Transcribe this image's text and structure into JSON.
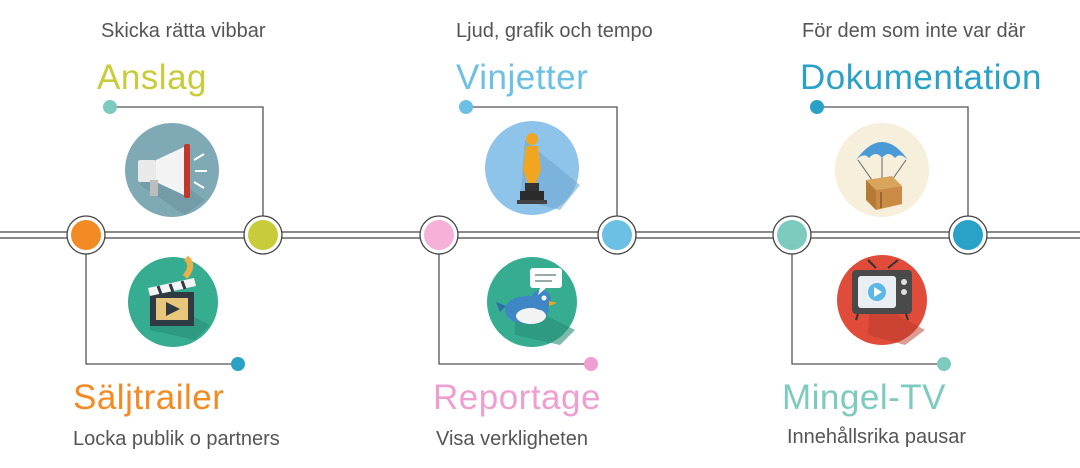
{
  "colors": {
    "anslag": "#c9cc3a",
    "vinjetter": "#6cc0e3",
    "dokumentation": "#2aa2c8",
    "saljtrailer": "#f38b24",
    "reportage": "#ef9fcf",
    "mingel": "#7dcbbe",
    "line": "#444444"
  },
  "items_top": [
    {
      "title": "Anslag",
      "subtitle": "Skicka rätta vibbar",
      "icon": "megaphone-icon"
    },
    {
      "title": "Vinjetter",
      "subtitle": "Ljud, grafik och tempo",
      "icon": "trophy-icon"
    },
    {
      "title": "Dokumentation",
      "subtitle": "För dem som inte var där",
      "icon": "parachute-box-icon"
    }
  ],
  "items_bottom": [
    {
      "title": "Säljtrailer",
      "subtitle": "Locka publik o partners",
      "icon": "film-clapper-icon"
    },
    {
      "title": "Reportage",
      "subtitle": "Visa verkligheten",
      "icon": "bird-speech-icon"
    },
    {
      "title": "Mingel-TV",
      "subtitle": "Innehållsrika pausar",
      "icon": "tv-icon"
    }
  ]
}
